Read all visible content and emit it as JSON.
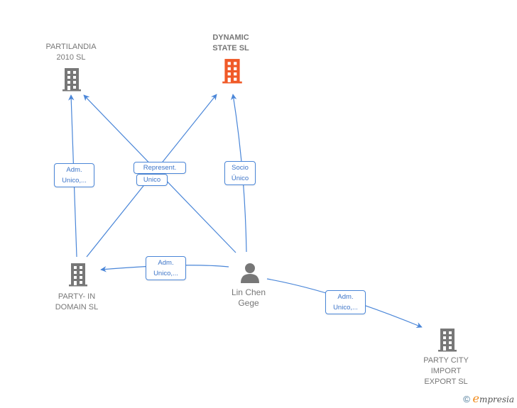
{
  "colors": {
    "edge": "#4a86d8",
    "node_gray": "#777777",
    "node_highlight": "#f05a28"
  },
  "nodes": {
    "partilandia": {
      "label": "PARTILANDIA\n2010  SL",
      "icon": "building-icon"
    },
    "dynamic": {
      "label": "DYNAMIC\nSTATE  SL",
      "icon": "building-icon",
      "highlighted": true
    },
    "partyin": {
      "label": "PARTY-  IN\nDOMAIN  SL",
      "icon": "building-icon"
    },
    "person": {
      "label": "Lin Chen\nGege",
      "icon": "person-icon"
    },
    "partycity": {
      "label": "PARTY CITY\nIMPORT\nEXPORT  SL",
      "icon": "building-icon"
    }
  },
  "edges": {
    "e1": {
      "label": "Adm.\nUnico,...",
      "from": "PARTY- IN DOMAIN SL",
      "to": "PARTILANDIA 2010 SL"
    },
    "e2": {
      "label": "Represent.",
      "from": "PARTY- IN DOMAIN SL",
      "to": "DYNAMIC STATE SL"
    },
    "e3": {
      "label": "Unico",
      "from": "Lin Chen Gege",
      "to": "PARTILANDIA 2010 SL"
    },
    "e4": {
      "label": "Socio\nÚnico",
      "from": "Lin Chen Gege",
      "to": "DYNAMIC STATE SL"
    },
    "e5": {
      "label": "Adm.\nUnico,...",
      "from": "Lin Chen Gege",
      "to": "PARTY- IN DOMAIN SL"
    },
    "e6": {
      "label": "Adm.\nUnico,...",
      "from": "Lin Chen Gege",
      "to": "PARTY CITY IMPORT EXPORT SL"
    }
  },
  "footer": {
    "copyright": "©",
    "brand_initial": "e",
    "brand_rest": "mpresia"
  }
}
